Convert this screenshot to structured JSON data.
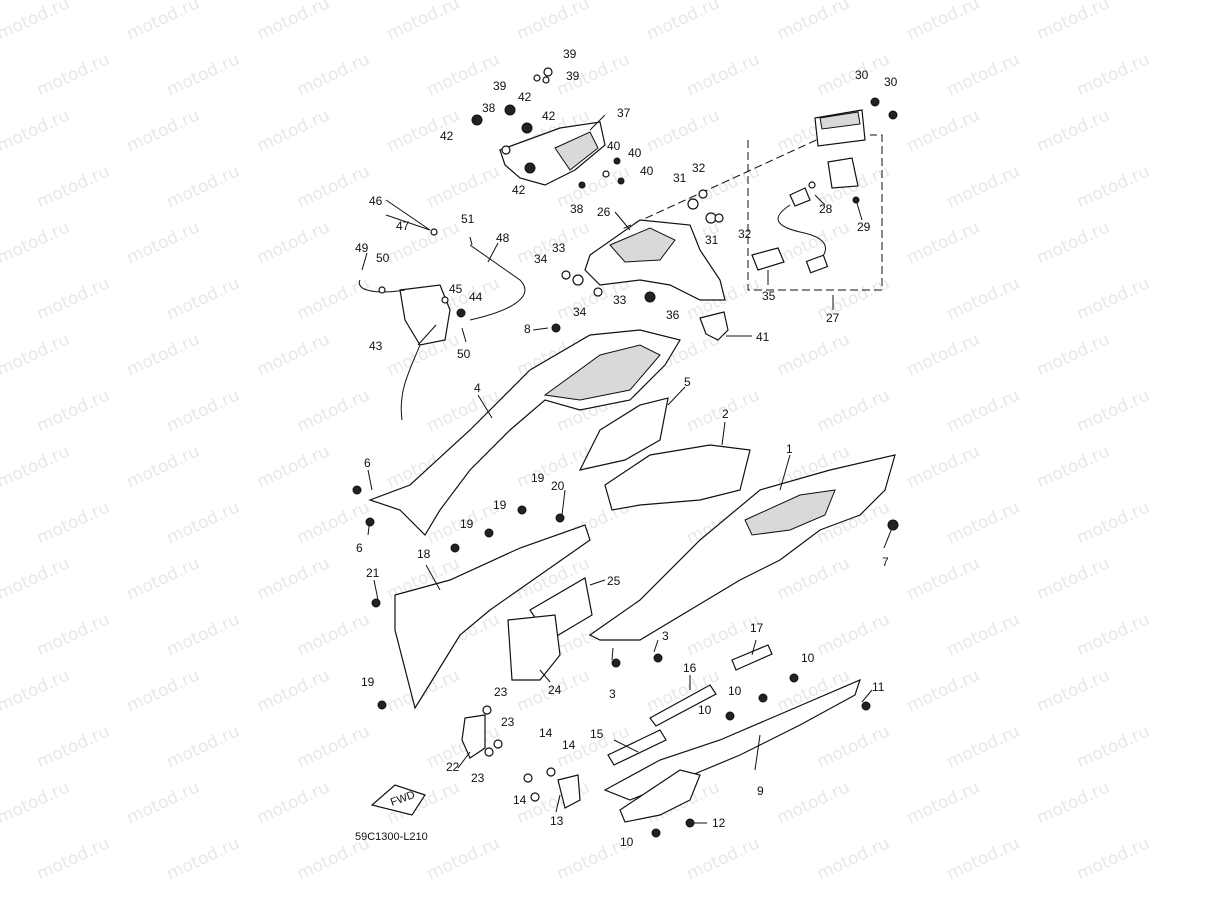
{
  "watermark": "motod.ru",
  "diagram_code": "59C1300-L210",
  "fwd_label": "FWD",
  "callouts": {
    "c1": "1",
    "c2": "2",
    "c3a": "3",
    "c3b": "3",
    "c4": "4",
    "c5": "5",
    "c6a": "6",
    "c6b": "6",
    "c7": "7",
    "c8": "8",
    "c9": "9",
    "c10a": "10",
    "c10b": "10",
    "c10c": "10",
    "c10d": "10",
    "c11": "11",
    "c12": "12",
    "c13": "13",
    "c14a": "14",
    "c14b": "14",
    "c14c": "14",
    "c15": "15",
    "c16": "16",
    "c17": "17",
    "c18": "18",
    "c19a": "19",
    "c19b": "19",
    "c19c": "19",
    "c19d": "19",
    "c20": "20",
    "c21": "21",
    "c22": "22",
    "c23a": "23",
    "c23b": "23",
    "c23c": "23",
    "c24": "24",
    "c25": "25",
    "c26": "26",
    "c27": "27",
    "c28": "28",
    "c29": "29",
    "c30a": "30",
    "c30b": "30",
    "c31a": "31",
    "c31b": "31",
    "c32a": "32",
    "c32b": "32",
    "c33a": "33",
    "c33b": "33",
    "c34a": "34",
    "c34b": "34",
    "c35": "35",
    "c36": "36",
    "c37": "37",
    "c38a": "38",
    "c38b": "38",
    "c39a": "39",
    "c39b": "39",
    "c39c": "39",
    "c40a": "40",
    "c40b": "40",
    "c40c": "40",
    "c41": "41",
    "c42a": "42",
    "c42b": "42",
    "c42c": "42",
    "c42d": "42",
    "c43": "43",
    "c44": "44",
    "c45": "45",
    "c46": "46",
    "c47": "47",
    "c48": "48",
    "c49": "49",
    "c50a": "50",
    "c50b": "50",
    "c51": "51"
  }
}
